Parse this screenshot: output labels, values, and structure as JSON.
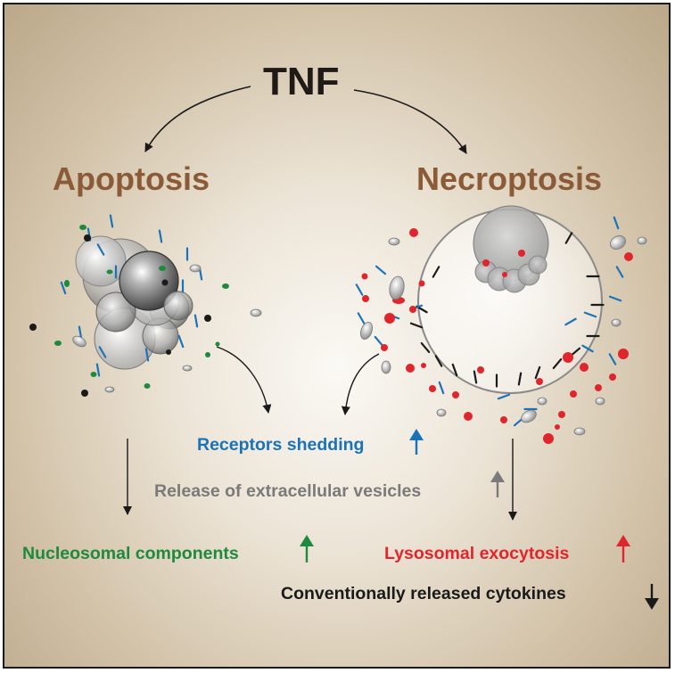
{
  "title": "TNF",
  "pathways": {
    "apoptosis": "Apoptosis",
    "necroptosis": "Necroptosis"
  },
  "outcomes": {
    "receptors_shedding": "Receptors shedding",
    "extracellular_vesicles": "Release of extracellular vesicles",
    "nucleosomal": "Nucleosomal components",
    "lysosomal": "Lysosomal exocytosis",
    "cytokines": "Conventionally released cytokines"
  },
  "colors": {
    "title": "#1f1a17",
    "pathway": "#8b5a36",
    "receptors": "#1a73b8",
    "vesicles": "#7a7a7a",
    "nucleosomal": "#1e8a3c",
    "lysosomal": "#e0262c",
    "cytokines": "#1a1a1a"
  },
  "changes": {
    "receptors_shedding": "up",
    "extracellular_vesicles": "up",
    "nucleosomal": "up",
    "lysosomal": "up",
    "cytokines": "down"
  }
}
